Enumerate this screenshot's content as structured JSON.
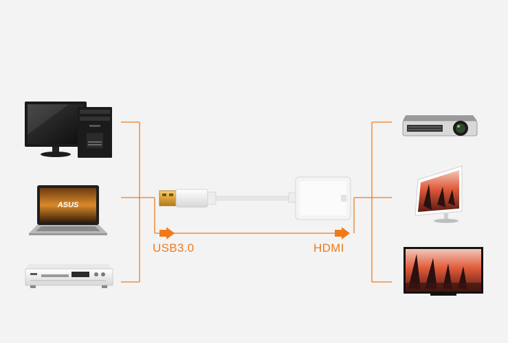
{
  "labels": {
    "input_port": "USB3.0",
    "output_port": "HDMI"
  },
  "devices": {
    "sources": [
      "desktop-computer",
      "laptop",
      "dvd-player"
    ],
    "displays": [
      "projector",
      "monitor",
      "television"
    ]
  },
  "logos": {
    "laptop_brand": "ASUS"
  },
  "colors": {
    "accent": "#f07a1a",
    "background": "#f3f3f3",
    "cable": "#e6e6e6",
    "adapter": "#f4f4f4"
  }
}
